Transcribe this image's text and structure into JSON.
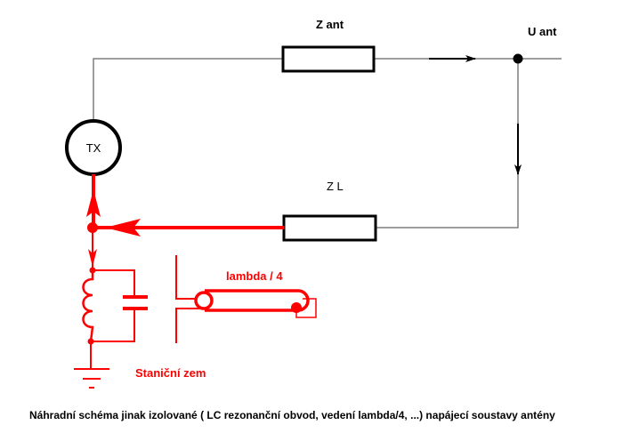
{
  "colors": {
    "wire": "#7f7f7f",
    "component": "#000000",
    "highlight": "#ff0000",
    "background": "#ffffff"
  },
  "labels": {
    "z_ant": "Z ant",
    "u_ant": "U ant",
    "tx": "TX",
    "z_l": "Z L",
    "lambda": "lambda / 4",
    "station_ground": "Staniční zem"
  },
  "caption": "Náhradní schéma jinak izolované ( LC rezonanční obvod, vedení lambda/4, ...) napájecí soustavy antény",
  "components": [
    {
      "id": "tx",
      "type": "source",
      "label": "TX"
    },
    {
      "id": "z_ant",
      "type": "impedance",
      "label": "Z ant"
    },
    {
      "id": "u_ant",
      "type": "node",
      "label": "U ant"
    },
    {
      "id": "z_l",
      "type": "impedance",
      "label": "Z L"
    },
    {
      "id": "lc_tank",
      "type": "lc-resonant-circuit",
      "label": ""
    },
    {
      "id": "quarter_wave",
      "type": "coaxial-line",
      "label": "lambda / 4"
    },
    {
      "id": "ground",
      "type": "ground",
      "label": "Staniční zem"
    }
  ]
}
